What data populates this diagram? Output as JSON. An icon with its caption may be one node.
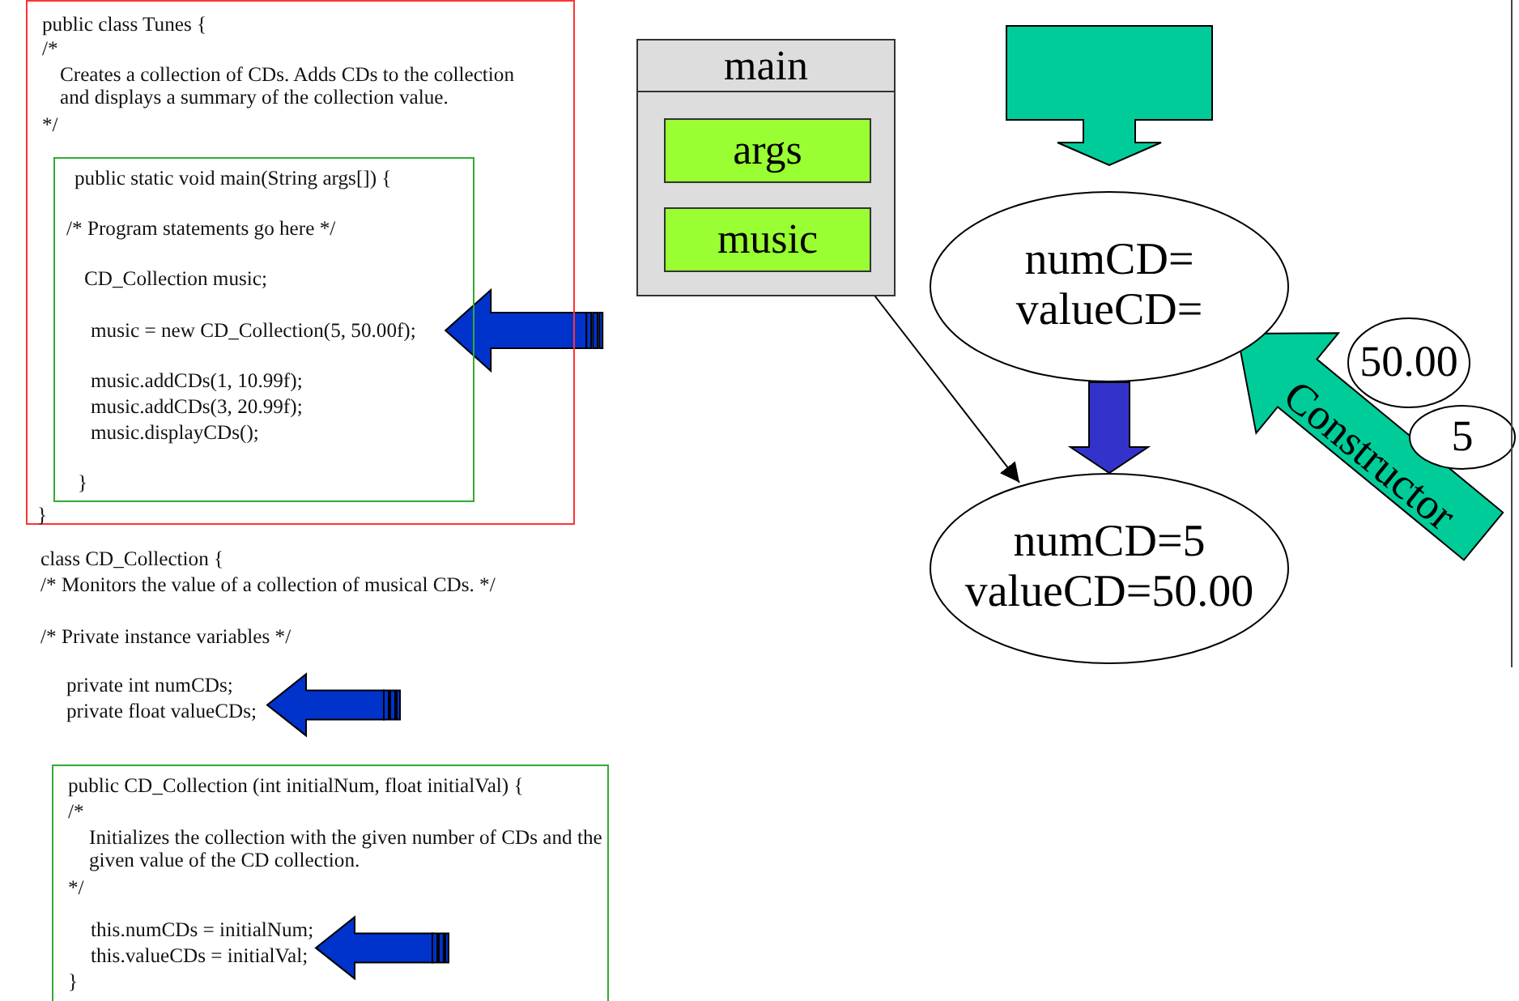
{
  "diagram": {
    "nodes": [
      {
        "text": [
          "public class Tunes {",
          "/*",
          "Creates a collection of CDs. Adds CDs to the collection and displays a summary of the collection value.",
          "*/",
          "}"
        ]
      },
      {
        "text": [
          "public static void main(String args[]) {",
          "/* Program statements go here */",
          "CD_Collection music;",
          "music = new CD_Collection(5, 50.00f);",
          "music.addCDs(1, 10.99f);",
          "music.addCDs(3, 20.99f);",
          "music.displayCDs();",
          "}"
        ],
        "in": 0
      },
      {
        "text": [
          "private int numCDs;",
          "private float valueCDs;"
        ]
      },
      {
        "text": [
          "public CD_Collection (int initialNum, float initialVal) {",
          "/*",
          "Initializes the collection with the given number of CDs and the given value of the CD collection.",
          "*/",
          "}"
        ]
      },
      {
        "text": [
          "this.numCDs = initialNum;",
          "this.valueCDs = initialVal;"
        ],
        "in": 3
      },
      {
        "text": [
          "main"
        ]
      },
      {
        "text": [
          "args"
        ],
        "in": 5
      },
      {
        "text": [
          "music"
        ],
        "in": 5
      },
      {
        "text": [
          "numCD=",
          "valueCD="
        ]
      },
      {
        "text": [
          "numCD=5",
          "valueCD=50.00"
        ]
      },
      {
        "text": [
          "50.00"
        ]
      },
      {
        "text": [
          "5"
        ]
      }
    ],
    "edges": [
      {
        "from": null,
        "to": 1,
        "arrow": "to",
        "style": "thick",
        "color": "#0033cc"
      },
      {
        "from": null,
        "to": 2,
        "arrow": "to",
        "style": "thick",
        "color": "#0033cc"
      },
      {
        "from": null,
        "to": 4,
        "arrow": "to",
        "style": "thick",
        "color": "#0033cc"
      },
      {
        "from": null,
        "to": 8,
        "arrow": "to",
        "style": "thick",
        "color": "#00cc99"
      },
      {
        "from": 8,
        "to": 9,
        "arrow": "to",
        "style": "thick",
        "color": "#3333cc"
      },
      {
        "from": 7,
        "to": 9,
        "arrow": "to"
      },
      {
        "from": null,
        "to": 8,
        "arrow": "to",
        "style": "thick",
        "color": "#00cc99",
        "label": "Constructor"
      }
    ],
    "labels": [
      "class CD_Collection {",
      "/*  Monitors the value of a collection of musical CDs. */",
      "/* Private instance variables */"
    ]
  }
}
